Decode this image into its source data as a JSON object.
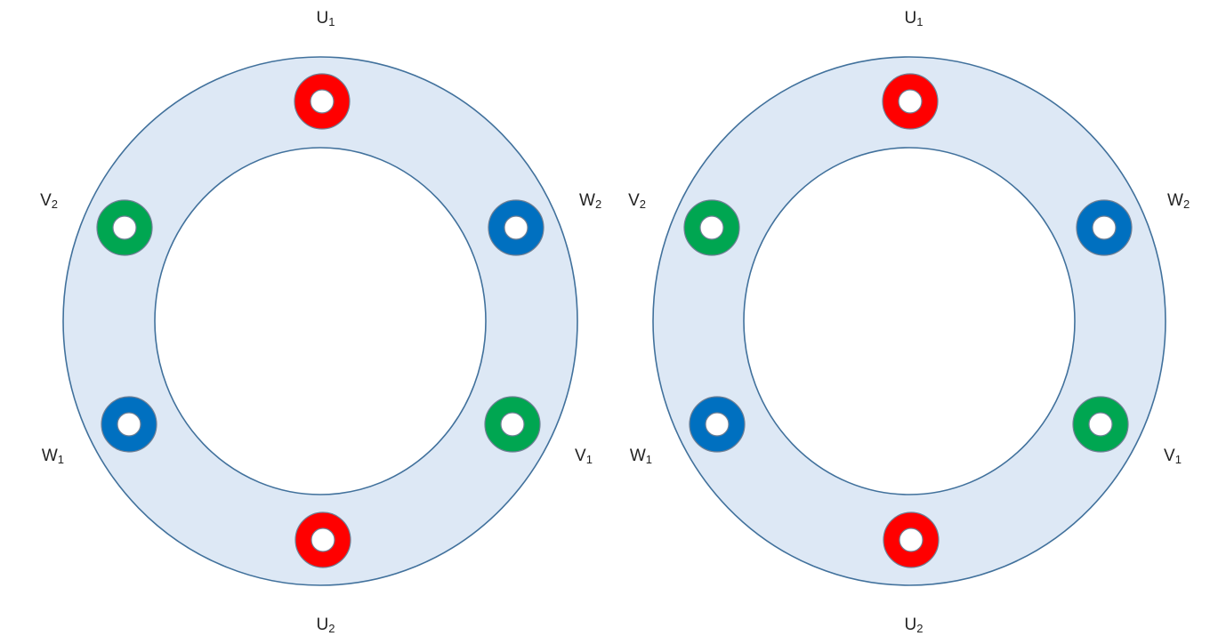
{
  "colors": {
    "ring_fill": "#dde8f5",
    "ring_stroke": "#41719c",
    "phase_u": "#ff0000",
    "phase_v": "#00a651",
    "phase_w": "#0070c0",
    "coil_stroke": "#6f7f94"
  },
  "diagrams": [
    {
      "terminals": [
        {
          "id": "u1",
          "letter": "U",
          "index": "1",
          "phase": "u"
        },
        {
          "id": "w2",
          "letter": "W",
          "index": "2",
          "phase": "w"
        },
        {
          "id": "v1",
          "letter": "V",
          "index": "1",
          "phase": "v"
        },
        {
          "id": "u2",
          "letter": "U",
          "index": "2",
          "phase": "u"
        },
        {
          "id": "w1",
          "letter": "W",
          "index": "1",
          "phase": "w"
        },
        {
          "id": "v2",
          "letter": "V",
          "index": "2",
          "phase": "v"
        }
      ]
    },
    {
      "terminals": [
        {
          "id": "u1",
          "letter": "U",
          "index": "1",
          "phase": "u"
        },
        {
          "id": "w2",
          "letter": "W",
          "index": "2",
          "phase": "w"
        },
        {
          "id": "v1",
          "letter": "V",
          "index": "1",
          "phase": "v"
        },
        {
          "id": "u2",
          "letter": "U",
          "index": "2",
          "phase": "u"
        },
        {
          "id": "w1",
          "letter": "W",
          "index": "1",
          "phase": "w"
        },
        {
          "id": "v2",
          "letter": "V",
          "index": "2",
          "phase": "v"
        }
      ]
    }
  ]
}
